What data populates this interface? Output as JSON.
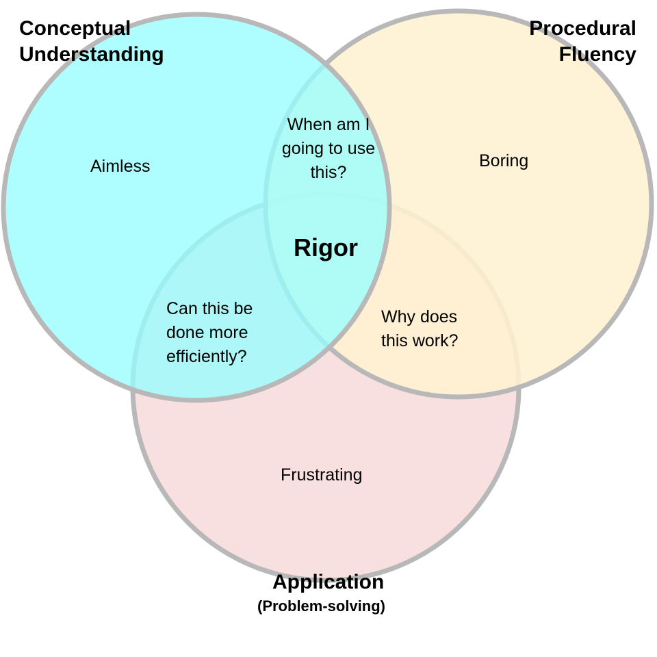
{
  "colors": {
    "conceptual_fill": "#99feff",
    "procedural_fill": "#fff1d2",
    "application_fill": "#f9e0e0",
    "outline": "#b8b8b8"
  },
  "circles": {
    "conceptual": {
      "title_lines": [
        "Conceptual",
        "Understanding"
      ]
    },
    "procedural": {
      "title_lines": [
        "Procedural",
        "Fluency"
      ]
    },
    "application": {
      "title": "Application",
      "subtitle": "(Problem-solving)"
    }
  },
  "regions": {
    "conceptual_only": "Aimless",
    "procedural_only": "Boring",
    "application_only": "Frustrating",
    "conceptual_procedural": [
      "When am I",
      "going to use",
      "this?"
    ],
    "conceptual_application": [
      "Can this be",
      "done more",
      "efficiently?"
    ],
    "procedural_application": [
      "Why does",
      "this work?"
    ],
    "center": "Rigor"
  }
}
